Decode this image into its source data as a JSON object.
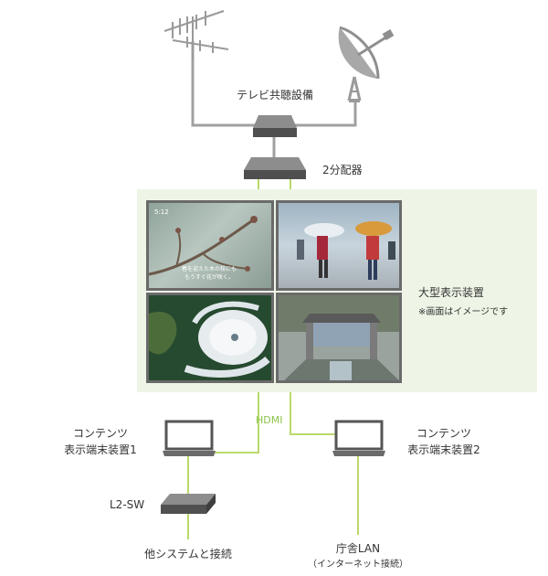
{
  "labels": {
    "tv_equipment": "テレビ共聴設備",
    "splitter": "2分配器",
    "display": "大型表示装置",
    "display_note": "※画面はイメージです",
    "hdmi": "HDMI",
    "terminal1_line1": "コンテンツ",
    "terminal1_line2": "表示端末装置1",
    "terminal2_line1": "コンテンツ",
    "terminal2_line2": "表示端末装置2",
    "l2sw": "L2-SW",
    "other_system": "他システムと接続",
    "lan_line1": "庁舎LAN",
    "lan_line2": "（インターネット接続）"
  },
  "screens": {
    "tl_caption_1": "5:12",
    "tl_caption_2": "春を迎えた木の枝にも",
    "tl_caption_3": "もうすぐ花が咲く。"
  }
}
